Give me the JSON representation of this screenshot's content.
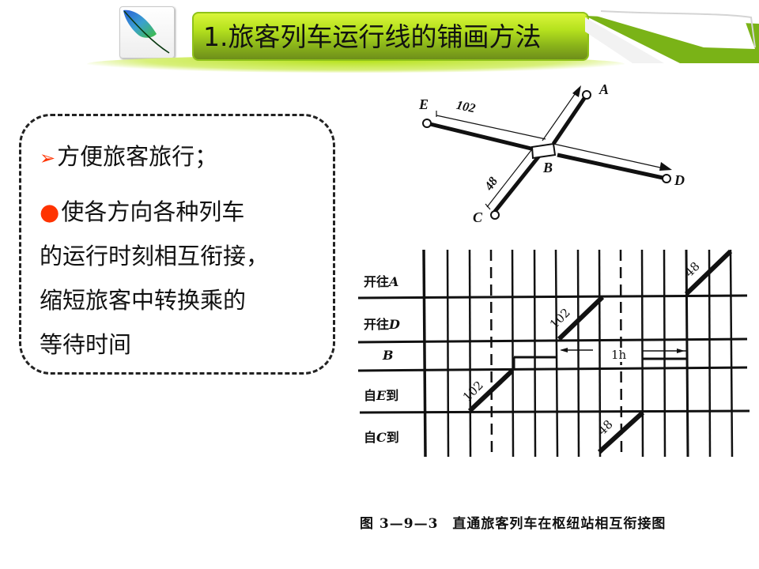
{
  "header": {
    "logo_icon": "feather-quill-icon",
    "title": "1.旅客列车运行线的铺画方法",
    "colors": {
      "title_green_top": "#d9f53a",
      "title_green_bottom": "#6e8e1a",
      "curl_green": "#7ab317"
    }
  },
  "textbox": {
    "bullet1": {
      "marker": "➢",
      "text": "方便旅客旅行；"
    },
    "bullet2": {
      "marker": "●",
      "lines": [
        "使各方向各种列车",
        "的运行时刻相互衔接，",
        "缩短旅客中转换乘的",
        "等待时间"
      ]
    },
    "bullet_color": "#ff3300"
  },
  "station_map": {
    "nodes": [
      "A",
      "B",
      "C",
      "D",
      "E"
    ],
    "hub": "B",
    "trains": [
      {
        "number": "102",
        "from": "E",
        "to": "D"
      },
      {
        "number": "48",
        "from": "C",
        "to": "A"
      }
    ]
  },
  "timetable": {
    "rows": [
      {
        "label_pre": "开往",
        "station": "A",
        "label_post": ""
      },
      {
        "label_pre": "开往",
        "station": "D",
        "label_post": ""
      },
      {
        "label_pre": "",
        "station": "B",
        "label_post": ""
      },
      {
        "label_pre": "自",
        "station": "E",
        "label_post": "到"
      },
      {
        "label_pre": "自",
        "station": "C",
        "label_post": "到"
      }
    ],
    "train_labels": {
      "t102_arrive": "102",
      "t102_depart": "102",
      "t48_arrive": "48",
      "t48_depart": "48"
    },
    "interval_label": "1h"
  },
  "caption": "图 3—9—3　直通旅客列车在枢纽站相互衔接图"
}
